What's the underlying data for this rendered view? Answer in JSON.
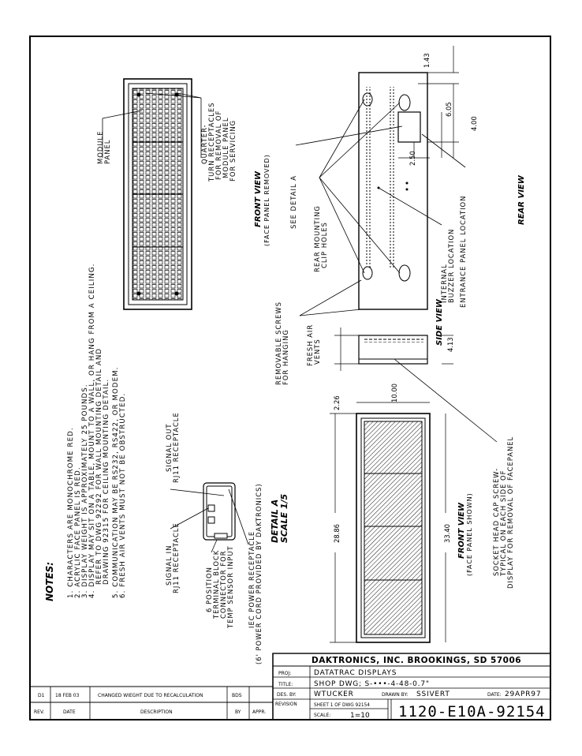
{
  "notes": {
    "heading": "NOTES:",
    "items": [
      "1. CHARACTERS ARE MONOCHROME RED.",
      "2. ACRYLIC FACE PANEL IS RED.",
      "3. DISPLAY WEIGHT IS APPROXIMATELY 25 POUNDS.",
      "4. DISPLAY MAY SIT ON A TABLE, MOUNT TO A WALL, OR HANG FROM A CEILING.",
      "REFER TO DWG 92292 FOR WALL MOUNTING DETAIL AND",
      "DRAWING 92315 FOR CEILING MOUNTING DETAIL.",
      "5. COMMUNICATION MAY BE RS232, RS422, OR MODEM.",
      "6. FRESH AIR VENTS MUST NOT BE OBSTRUCTED."
    ]
  },
  "views": {
    "front_removed_title": "FRONT VIEW",
    "front_removed_sub": "(FACE PANEL REMOVED)",
    "front_shown_title": "FRONT VIEW",
    "front_shown_sub": "(FACE PANEL SHOWN)",
    "side_title": "SIDE VIEW",
    "rear_title": "REAR VIEW",
    "detail_title": "DETAIL A",
    "detail_scale": "SCALE 1/5"
  },
  "callouts": {
    "module_panel": [
      "MODULE",
      "PANEL"
    ],
    "quarter_turn": [
      "QUARTER-",
      "TURN RECEPTACLES",
      "FOR REMOVAL OF",
      "MODULE PANEL",
      "FOR SERVICING"
    ],
    "see_detail": "SEE DETAIL A",
    "rear_clip": [
      "REAR MOUNTING",
      "CLIP HOLES"
    ],
    "buzzer": [
      "INTERNAL",
      "BUZZER LOCATION"
    ],
    "entrance": "ENTRANCE PANEL LOCATION",
    "removable_screws": [
      "REMOVABLE SCREWS",
      "FOR HANGING"
    ],
    "fresh_air": [
      "FRESH AIR",
      "VENTS"
    ],
    "socket_screw": [
      "SOCKET HEAD CAP SCREW-",
      "TYPICAL ON EACH SIDE OF",
      "DISPLAY FOR REMOVAL OF FACEPANEL"
    ],
    "signal_out": [
      "SIGNAL OUT",
      "RJ11 RECEPTACLE"
    ],
    "signal_in": [
      "SIGNAL IN",
      "RJ11 RECEPTACLE"
    ],
    "terminal_block": [
      "6 POSITION",
      "TERMINAL BLOCK",
      "CONNECTOR FOR",
      "TEMP SENSOR INPUT"
    ],
    "iec": [
      "IEC POWER RECEPTACLE",
      "(6' POWER CORD PROVIDED BY DAKTRONICS)"
    ]
  },
  "dimensions": {
    "rear_top": "1.43",
    "rear_a": "6.05",
    "rear_b": "4.00",
    "rear_c": "2.50",
    "side_w": "4.13",
    "front_small": "2.26",
    "front_h": "10.00",
    "front_inner": "28.86",
    "front_total": "33.40"
  },
  "title_block": {
    "company": "DAKTRONICS, INC.  BROOKINGS, SD 57006",
    "proj_label": "PROJ:",
    "proj": "DATATRAC DISPLAYS",
    "title_label": "TITLE:",
    "title": "SHOP DWG; S-•••-4-48-0.7\"",
    "des_label": "DES. BY:",
    "des": "WTUCKER",
    "drawn_label": "DRAWN BY:",
    "drawn": "SSIVERT",
    "date_label": "DATE:",
    "date": "29APR97",
    "revision_label": "REVISION",
    "sheet": "SHEET 1 OF DWG 92154",
    "scale_label": "SCALE:",
    "scale": "1=10",
    "dwg_number": "1120-E10A-92154"
  },
  "revision_table": {
    "rev": "D1",
    "date": "18 FEB 03",
    "description": "CHANGED WIEGHT DUE TO RECALCULATION",
    "by": "BDS",
    "headers": [
      "REV.",
      "DATE",
      "DESCRIPTION",
      "BY",
      "APPR."
    ]
  }
}
